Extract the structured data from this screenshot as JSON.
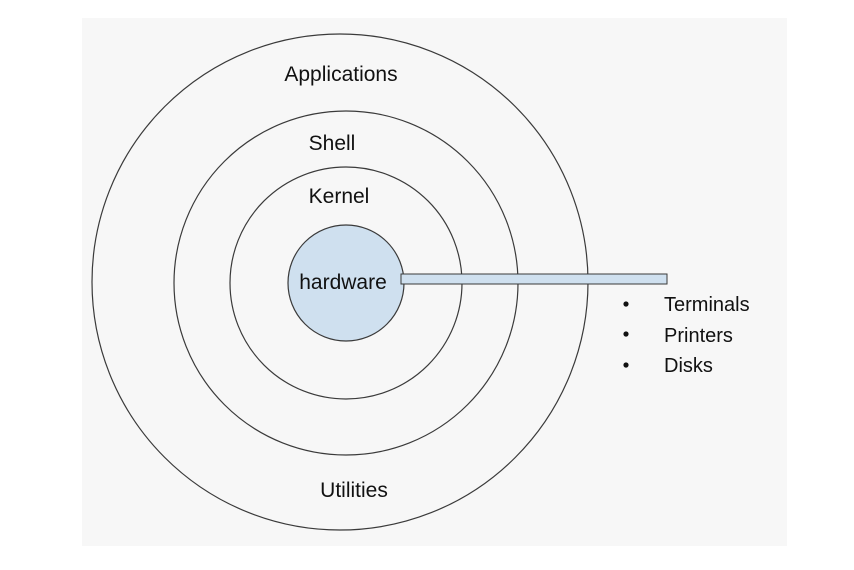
{
  "layers": {
    "applications": "Applications",
    "shell": "Shell",
    "kernel": "Kernel",
    "hardware": "hardware",
    "utilities": "Utilities"
  },
  "devices": [
    {
      "label": "Terminals"
    },
    {
      "label": "Printers"
    },
    {
      "label": "Disks"
    }
  ],
  "colors": {
    "core_fill": "#cfe0ef",
    "stroke": "#3a3a3a"
  }
}
